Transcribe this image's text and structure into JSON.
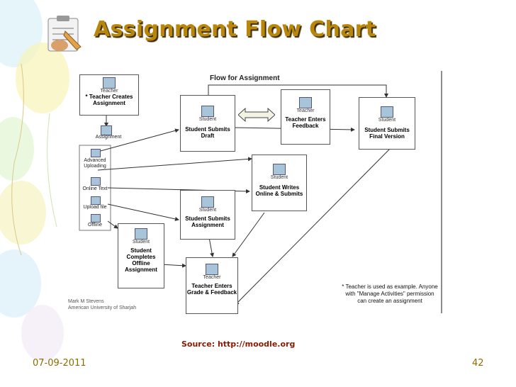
{
  "slide": {
    "title": "Assignment Flow Chart",
    "source": "Source: http://moodle.org",
    "date": "07-09-2011",
    "page_number": "42"
  },
  "diagram": {
    "title": "Flow for Assignment",
    "boxes": {
      "teacher_creates": {
        "role": "Teacher",
        "action": "* Teacher Creates Assignment"
      },
      "submits_draft": {
        "role": "Student",
        "action": "Student Submits Draft"
      },
      "teacher_feedback": {
        "role": "Teacher",
        "action": "Teacher Enters Feedback"
      },
      "final_version": {
        "role": "Student",
        "action": "Student Submits Final Version"
      },
      "writes_online": {
        "role": "Student",
        "action": "Student Writes Online & Submits"
      },
      "submits_assignment": {
        "role": "Student",
        "action": "Student Submits Assignment"
      },
      "completes_offline": {
        "role": "Student",
        "action": "Student Completes Offline Assignment"
      },
      "grade_feedback": {
        "role": "Teacher",
        "action": "Teacher Enters Grade & Feedback"
      }
    },
    "types": [
      "Assignment",
      "Advanced Uploading",
      "Online Text",
      "Upload file",
      "Offline"
    ],
    "footnote": "* Teacher is used as example. Anyone with \"Manage Activities\" permission can create an assignment",
    "credit_name": "Mark M Stevens",
    "credit_org": "American University of Sharjah"
  }
}
